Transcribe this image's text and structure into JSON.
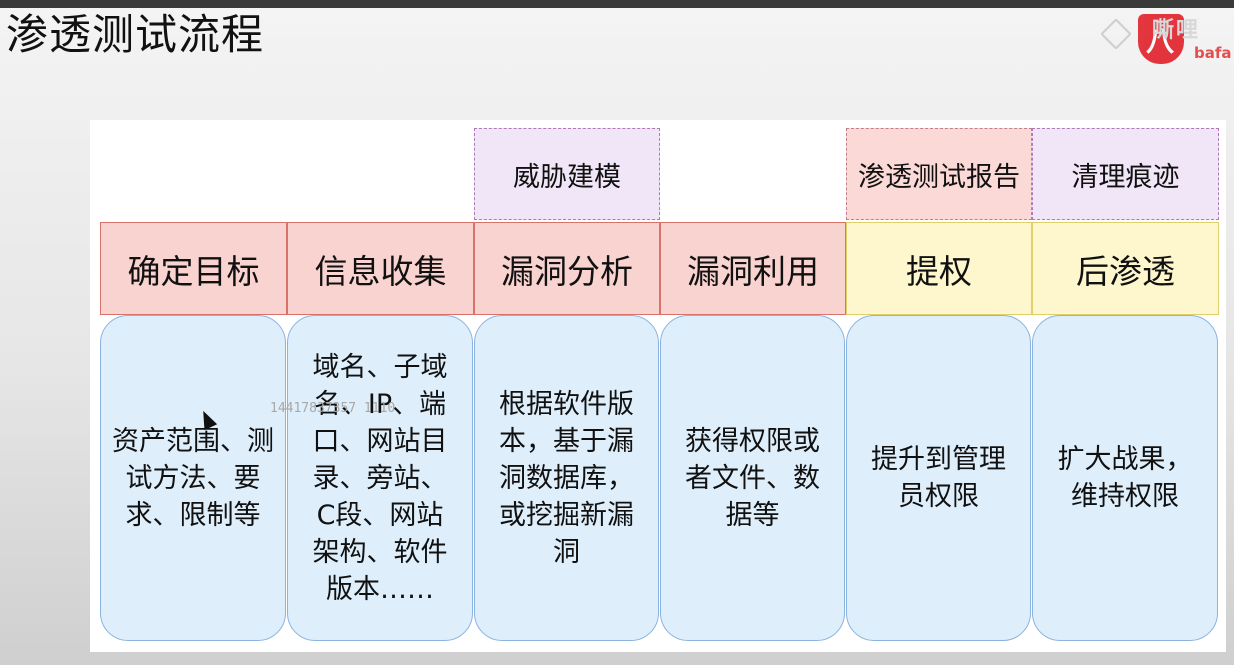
{
  "title": "渗透测试流程",
  "logo": {
    "text_cn": "嘶哩",
    "brand": "bafa",
    "mark": "八"
  },
  "top_boxes": [
    "威胁建模",
    "渗透测试报告",
    "清理痕迹"
  ],
  "stages": [
    "确定目标",
    "信息收集",
    "漏洞分析",
    "漏洞利用",
    "提权",
    "后渗透"
  ],
  "descriptions": [
    "资产范围、测试方法、要求、限制等",
    "域名、子域名、IP、端口、网站目录、旁站、C段、网站架构、软件版本……",
    "根据软件版本，基于漏洞数据库，或挖掘新漏洞",
    "获得权限或者文件、数据等",
    "提升到管理员权限",
    "扩大战果，维持权限"
  ],
  "watermark": "14417837357 1110",
  "colors": {
    "stage_red_fill": "#f9d3cf",
    "stage_yellow_fill": "#fef7cd",
    "desc_fill": "#deeefb",
    "top_purple_fill": "#f1e6f7",
    "top_pink_fill": "#fbd9d6"
  }
}
